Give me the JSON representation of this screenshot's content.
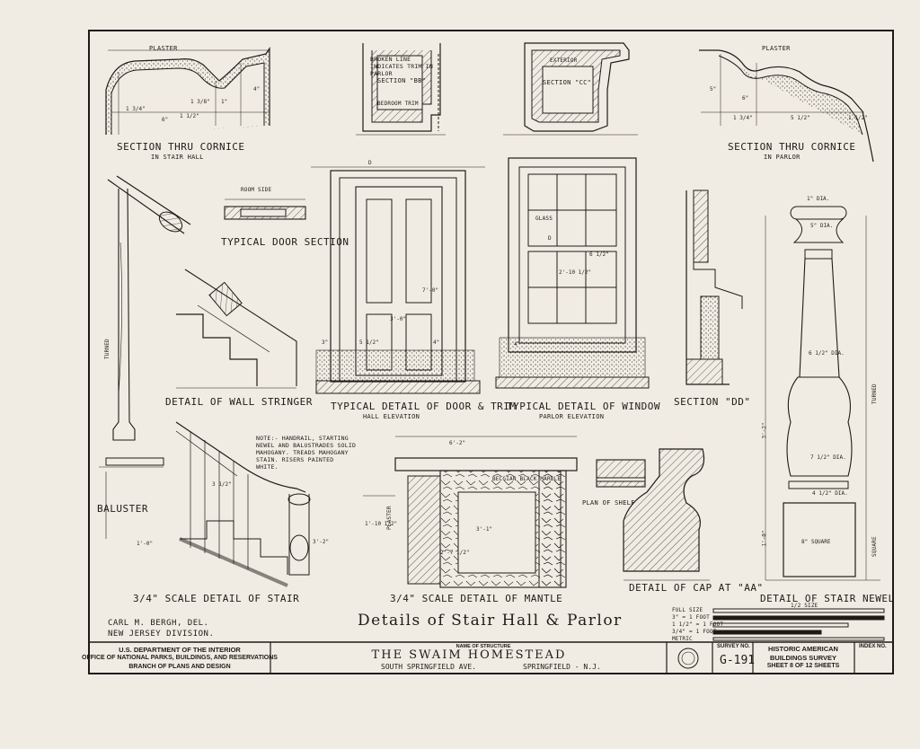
{
  "drawings": {
    "cornice_stair": {
      "title": "Section thru Cornice",
      "sub": "In Stair Hall",
      "plaster": "Plaster"
    },
    "section_bb": {
      "title": "Section \"BB\"",
      "note": "Broken line indicates trim in parlor",
      "bedroom_trim": "Bedroom trim"
    },
    "section_cc": {
      "title": "Section \"CC\"",
      "exterior": "Exterior"
    },
    "cornice_parlor": {
      "title": "Section thru Cornice",
      "sub": "In Parlor",
      "plaster": "Plaster"
    },
    "door_section": {
      "title": "Typical Door Section",
      "room_side": "Room side"
    },
    "wall_stringer": {
      "title": "Detail of Wall Stringer"
    },
    "door_trim": {
      "title": "Typical Detail of Door & Trim",
      "sub": "Hall Elevation"
    },
    "window": {
      "title": "Typical Detail of Window",
      "sub": "Parlor Elevation",
      "glass": "Glass"
    },
    "section_dd": {
      "title": "Section \"DD\""
    },
    "baluster": {
      "title": "Baluster",
      "turned": "Turned"
    },
    "stair": {
      "title": "3/4\" Scale Detail of Stair",
      "note": "Note:- Handrail, starting newel and balustrades solid mahogany. Treads mahogany stain. Risers painted white."
    },
    "mantle": {
      "title": "3/4\" Scale Detail of Mantle",
      "marble": "Belgian Black Marble",
      "plaster": "Plaster"
    },
    "shelf": {
      "title": "Plan of Shelf"
    },
    "cap": {
      "title": "Detail of Cap at \"AA\""
    },
    "newel": {
      "title": "Detail of Stair Newel",
      "turned": "Turned",
      "square": "Square"
    }
  },
  "dimensions": {
    "cornice_a": [
      "1 1/2\"",
      "1 3/8\"",
      "6\"",
      "1\"",
      "4\"",
      "1 3/4\""
    ],
    "cornice_b": [
      "1 3/4\"",
      "5 1/2\"",
      "5\"",
      "6\"",
      "1 1/2\""
    ],
    "door": [
      "3'-0\"",
      "7'-0\"",
      "5 1/2\"",
      "4\"",
      "3\"",
      "D"
    ],
    "window": [
      "2'-10 1/2\"",
      "6 1/2\"",
      "4\"",
      "D"
    ],
    "newel": [
      "1\" DIA.",
      "5\" DIA.",
      "6 1/2\" DIA.",
      "7 1/2\" DIA.",
      "4 1/2\" DIA.",
      "8\" SQUARE",
      "3'-2\"",
      "1'-0\""
    ],
    "mantle": [
      "6'-2\"",
      "3'-1\"",
      "2'-7 1/2\"",
      "1'-10 1/2\""
    ],
    "stair": [
      "3'-2\"",
      "1'-0\"",
      "3 1/2\""
    ]
  },
  "sheet_title": "Details of Stair Hall & Parlor",
  "delineator": {
    "line1": "Carl M. Bergh, Del.",
    "line2": "New Jersey Division."
  },
  "scale_legend": {
    "rows": [
      "Full Size",
      "3\" = 1 Foot",
      "1 1/2\" = 1 Foot",
      "3/4\" = 1 Foot",
      "Metric"
    ],
    "half_size": "1/2 Size"
  },
  "title_block": {
    "agency_1": "U.S. Department of the Interior",
    "agency_2": "Office of National Parks, Buildings, and Reservations",
    "agency_3": "Branch of Plans and Design",
    "name_caption": "Name of Structure",
    "structure": "The Swaim Homestead",
    "address": "South Springfield Ave.",
    "city": "Springfield - N.J.",
    "survey_caption": "Survey No.",
    "survey_no": "G-191",
    "habs_1": "Historic American",
    "habs_2": "Buildings Survey",
    "sheet": "Sheet 8 of 12 Sheets",
    "index_caption": "Index No."
  },
  "colors": {
    "paper": "#f1ece3",
    "ink": "#1e1b17",
    "shade": "#5a534a"
  }
}
